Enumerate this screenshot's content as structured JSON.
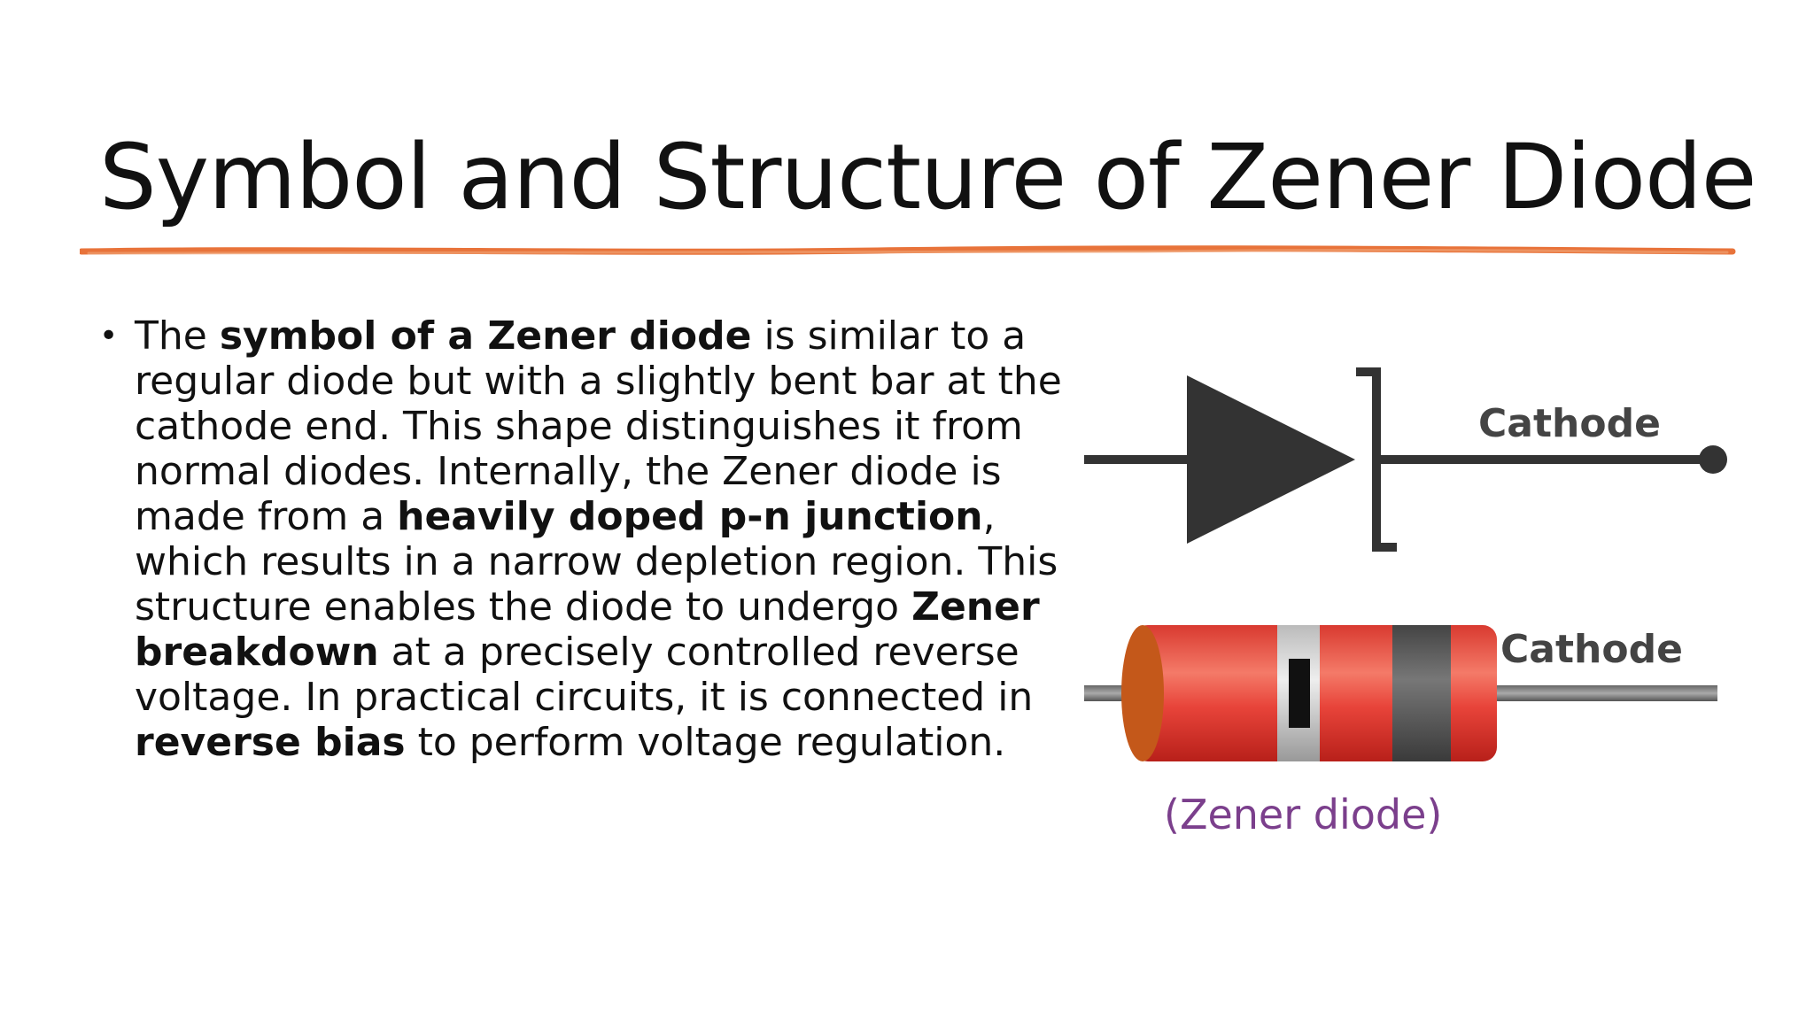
{
  "slide": {
    "title": "Symbol and Structure of Zener Diode",
    "accent_color": "#E8733A",
    "bullet": {
      "marker": "•",
      "segments": [
        {
          "text": "The ",
          "bold": false
        },
        {
          "text": "symbol of a Zener diode",
          "bold": true
        },
        {
          "text": " is similar to a regular diode but with a slightly bent bar at the cathode end. This shape distinguishes it from normal diodes. Internally, the Zener diode is made from a ",
          "bold": false
        },
        {
          "text": "heavily doped p-n junction",
          "bold": true
        },
        {
          "text": ", which results in a narrow depletion region. This structure enables the diode to undergo ",
          "bold": false
        },
        {
          "text": "Zener breakdown",
          "bold": true
        },
        {
          "text": " at a precisely controlled reverse voltage. In practical circuits, it is connected in ",
          "bold": false
        },
        {
          "text": "reverse bias",
          "bold": true
        },
        {
          "text": " to perform voltage regulation.",
          "bold": false
        }
      ]
    }
  },
  "figure": {
    "symbol_cathode_label": "Cathode",
    "component_cathode_label": "Cathode",
    "caption": "(Zener diode)",
    "colors": {
      "symbol": "#333333",
      "body_red": "#E8443A",
      "band_dark": "#555555",
      "caption": "#7B3F8C"
    }
  }
}
